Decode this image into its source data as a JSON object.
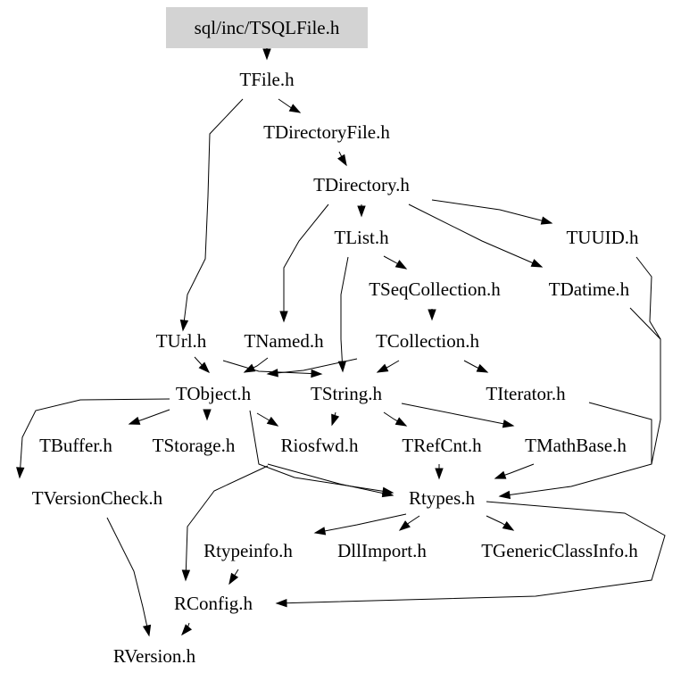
{
  "root": "sql/inc/TSQLFile.h",
  "nodes": {
    "tsqlfile": "sql/inc/TSQLFile.h",
    "tfile": "TFile.h",
    "tdirectoryfile": "TDirectoryFile.h",
    "tdirectory": "TDirectory.h",
    "tlist": "TList.h",
    "tuuid": "TUUID.h",
    "tseqcollection": "TSeqCollection.h",
    "tdatime": "TDatime.h",
    "turl": "TUrl.h",
    "tnamed": "TNamed.h",
    "tcollection": "TCollection.h",
    "tobject": "TObject.h",
    "tstring": "TString.h",
    "titerator": "TIterator.h",
    "tbuffer": "TBuffer.h",
    "tstorage": "TStorage.h",
    "riosfwd": "Riosfwd.h",
    "trefcnt": "TRefCnt.h",
    "tmathbase": "TMathBase.h",
    "tversioncheck": "TVersionCheck.h",
    "rtypes": "Rtypes.h",
    "rtypeinfo": "Rtypeinfo.h",
    "dllimport": "DllImport.h",
    "tgenericclassinfo": "TGenericClassInfo.h",
    "rconfig": "RConfig.h",
    "rversion": "RVersion.h"
  },
  "edges": [
    [
      "tsqlfile",
      "tfile"
    ],
    [
      "tfile",
      "tdirectoryfile"
    ],
    [
      "tfile",
      "turl"
    ],
    [
      "tdirectoryfile",
      "tdirectory"
    ],
    [
      "tdirectory",
      "tlist"
    ],
    [
      "tdirectory",
      "tuuid"
    ],
    [
      "tdirectory",
      "tdatime"
    ],
    [
      "tdirectory",
      "tnamed"
    ],
    [
      "tlist",
      "tseqcollection"
    ],
    [
      "tlist",
      "tstring"
    ],
    [
      "tseqcollection",
      "tcollection"
    ],
    [
      "tcollection",
      "tobject"
    ],
    [
      "tcollection",
      "tstring"
    ],
    [
      "tcollection",
      "titerator"
    ],
    [
      "turl",
      "tobject"
    ],
    [
      "turl",
      "tstring"
    ],
    [
      "tnamed",
      "tobject"
    ],
    [
      "tobject",
      "tbuffer"
    ],
    [
      "tobject",
      "tstorage"
    ],
    [
      "tobject",
      "riosfwd"
    ],
    [
      "tobject",
      "tversioncheck"
    ],
    [
      "tobject",
      "rtypes"
    ],
    [
      "tobject",
      "rconfig"
    ],
    [
      "tstring",
      "riosfwd"
    ],
    [
      "tstring",
      "trefcnt"
    ],
    [
      "tstring",
      "tmathbase"
    ],
    [
      "tstring",
      "rtypes"
    ],
    [
      "trefcnt",
      "rtypes"
    ],
    [
      "tmathbase",
      "rtypes"
    ],
    [
      "titerator",
      "rtypes"
    ],
    [
      "tdatime",
      "rtypes"
    ],
    [
      "tuuid",
      "rtypes"
    ],
    [
      "rtypes",
      "rtypeinfo"
    ],
    [
      "rtypes",
      "dllimport"
    ],
    [
      "rtypes",
      "tgenericclassinfo"
    ],
    [
      "rtypes",
      "rconfig"
    ],
    [
      "rtypeinfo",
      "rconfig"
    ],
    [
      "tversioncheck",
      "rversion"
    ],
    [
      "rconfig",
      "rversion"
    ]
  ]
}
